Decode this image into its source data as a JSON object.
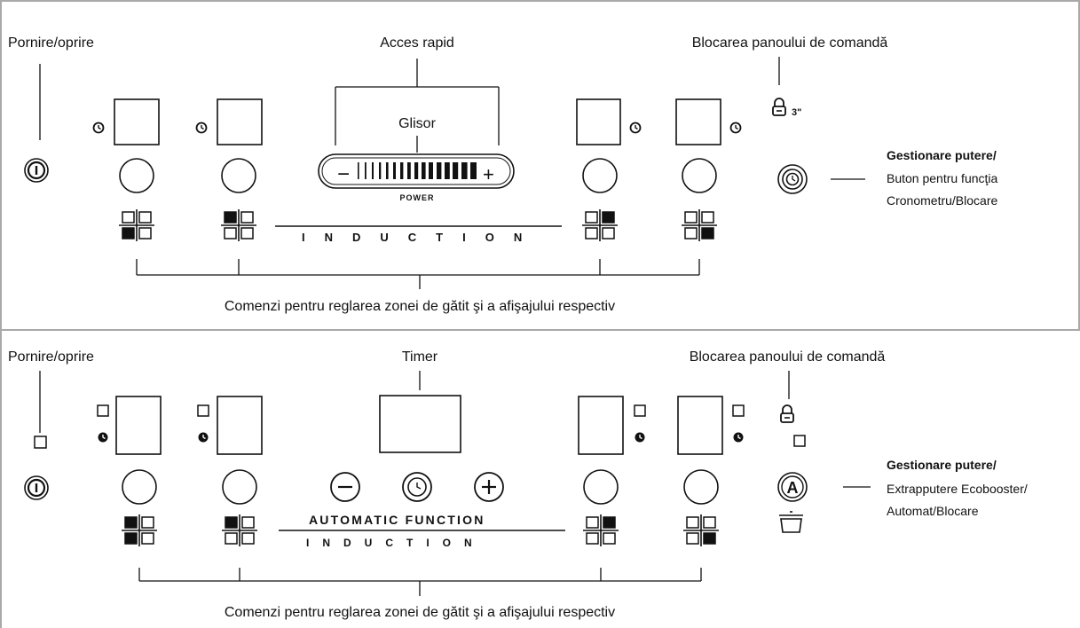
{
  "panel_top": {
    "power_label": "Pornire/oprire",
    "quick_access_label": "Acces rapid",
    "slider_label": "Glisor",
    "slider_text": "POWER",
    "lock_label": "Blocarea panoului de comandă",
    "lock_time": "3\"",
    "manager_title": "Gestionare putere/",
    "manager_line1": "Buton pentru funcţia",
    "manager_line2": "Cronometru/Blocare",
    "induction_text": "INDUCTION",
    "zones_label": "Comenzi pentru reglarea zonei de gătit şi a afişajului respectiv",
    "icons": [
      "power-icon",
      "timer-icon",
      "lock-icon",
      "zone-indicator-icon"
    ]
  },
  "panel_bottom": {
    "power_label": "Pornire/oprire",
    "timer_label": "Timer",
    "lock_label": "Blocarea panoului de comandă",
    "manager_title": "Gestionare putere/",
    "manager_line1": "Extrapputere Ecobooster/",
    "manager_line2": "Automat/Blocare",
    "automatic_text": "AUTOMATIC FUNCTION",
    "induction_text": "INDUCTION",
    "zones_label": "Comenzi pentru reglarea zonei de gătit şi a afişajului respectiv",
    "minus_symbol": "−",
    "plus_symbol": "+",
    "icons": [
      "power-icon",
      "clock-icon",
      "lock-icon",
      "pot-icon",
      "a-icon",
      "zone-indicator-icon"
    ]
  },
  "colors": {
    "frame": "#a9a9a9",
    "ink": "#111111"
  }
}
